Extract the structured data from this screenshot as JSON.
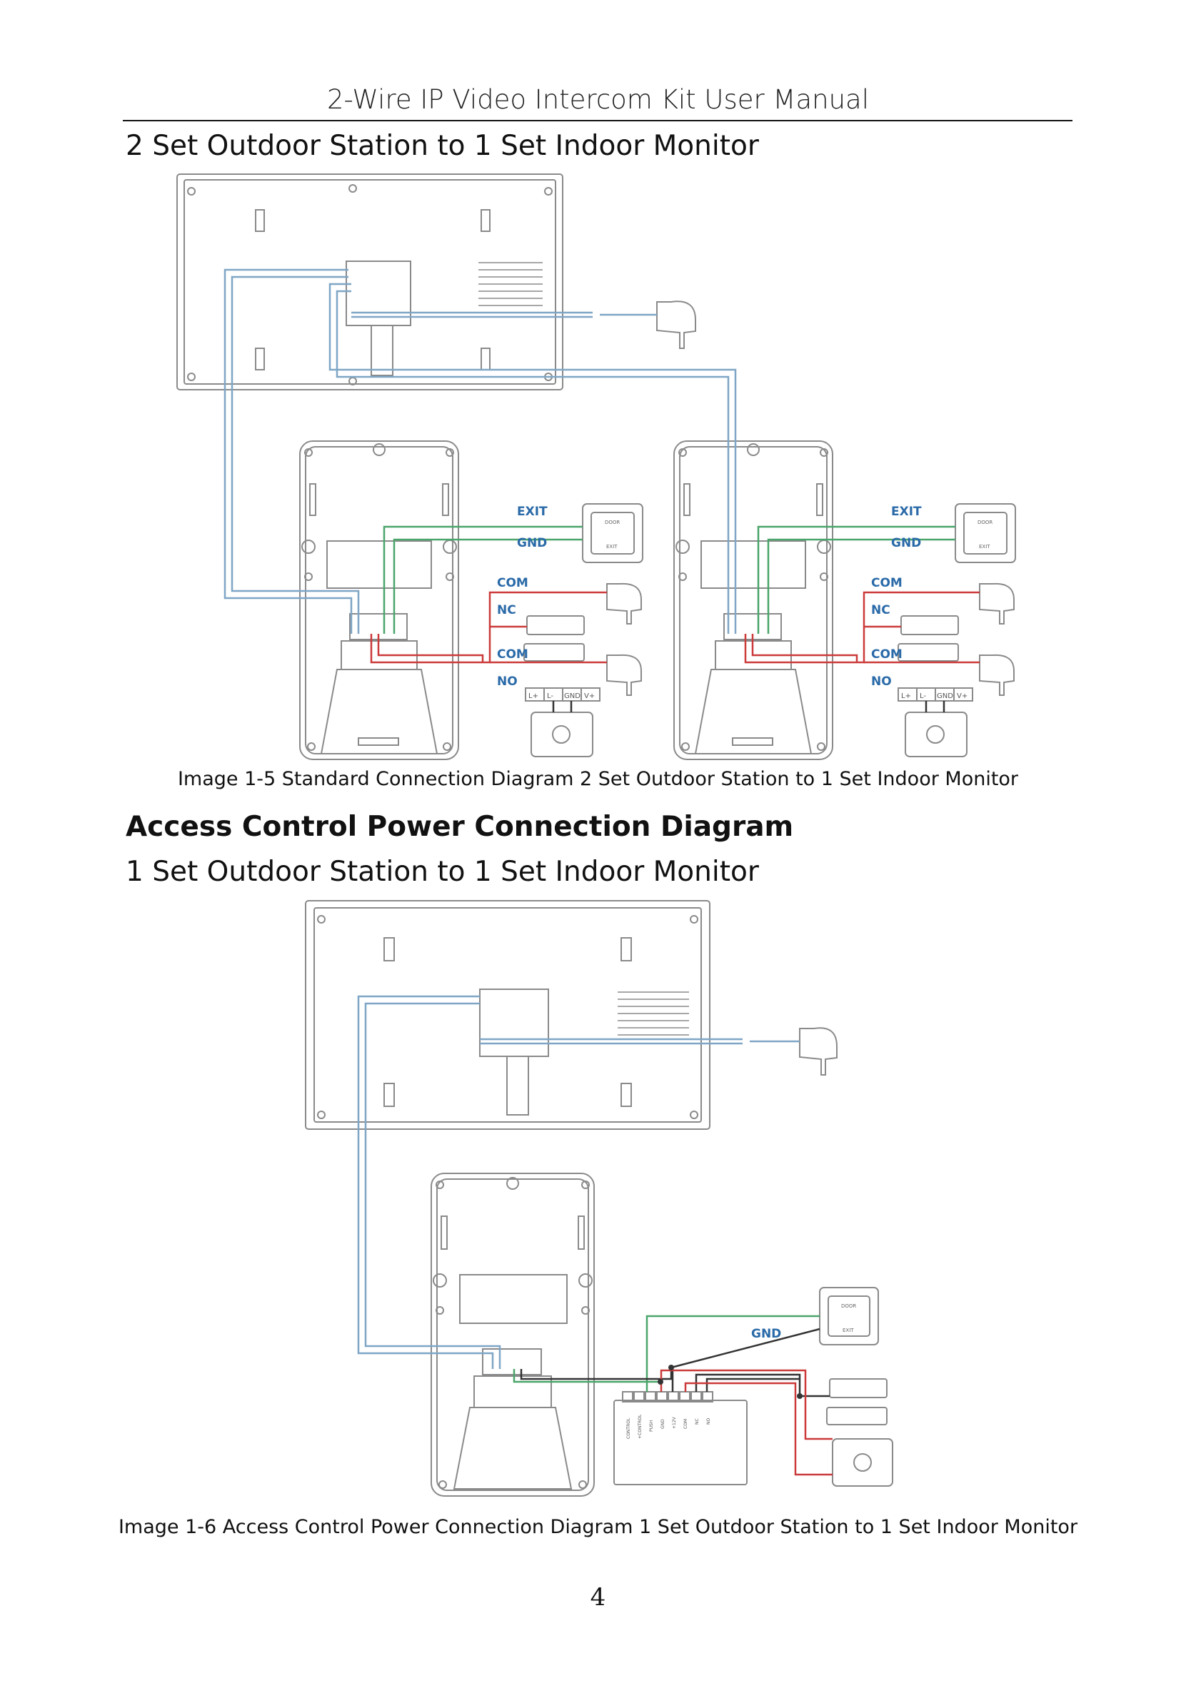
{
  "header": {
    "title": "2-Wire IP Video Intercom Kit User Manual"
  },
  "section1": {
    "heading": "2 Set Outdoor Station to 1 Set Indoor Monitor",
    "caption": "Image 1-5 Standard Connection Diagram 2 Set Outdoor Station to 1 Set Indoor Monitor",
    "labels": {
      "exit": "EXIT",
      "gnd": "GND",
      "com": "COM",
      "nc": "NC",
      "no": "NO",
      "lplus": "L+",
      "lminus": "L-",
      "gndterm": "GND",
      "vplus": "V+",
      "door": "DOOR",
      "exit_small": "EXIT"
    }
  },
  "section2": {
    "heading": "Access Control Power Connection Diagram",
    "subheading": "1 Set Outdoor Station to 1 Set Indoor Monitor",
    "caption": "Image 1-6 Access Control Power Connection Diagram 1 Set Outdoor Station to 1 Set Indoor Monitor",
    "labels": {
      "gnd": "GND",
      "door": "DOOR",
      "exit_small": "EXIT"
    },
    "terminals": [
      "CONTROL",
      "+CONTROL",
      "PUSH",
      "GND",
      "+12V",
      "COM",
      "NC",
      "NO"
    ]
  },
  "footer": {
    "page_number": "4"
  },
  "colors": {
    "blue_wire": "#7fa6c6",
    "green_wire": "#4aa56a",
    "red_wire": "#cc3a3a",
    "black_wire": "#333333",
    "outline": "#8a8a8a"
  }
}
